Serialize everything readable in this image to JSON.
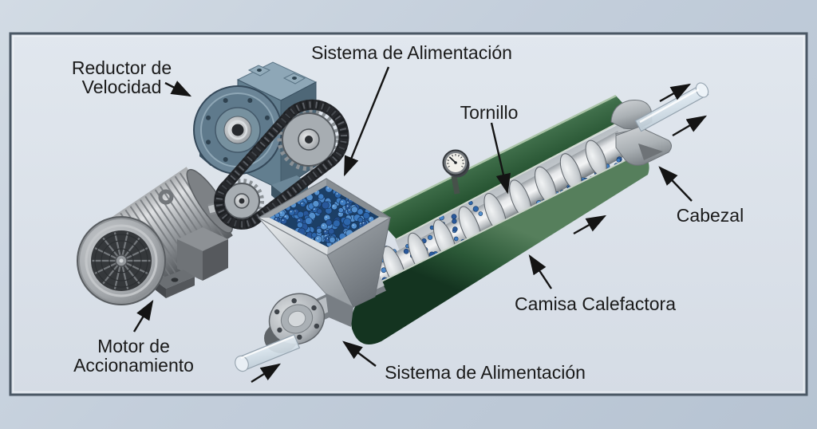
{
  "figure": {
    "type": "technical-diagram",
    "subject": "extrusora de tornillo (vista de componentes)"
  },
  "labels": {
    "reductor_line1": "Reductor de",
    "reductor_line2": "Velocidad",
    "sistema_top": "Sistema de Alimentación",
    "tornillo": "Tornillo",
    "cabezal": "Cabezal",
    "camisa": "Camisa Calefactora",
    "motor_line1": "Motor de",
    "motor_line2": "Accionamiento",
    "sistema_bottom": "Sistema de Alimentación"
  },
  "colors": {
    "background_outer": "#c1ccd9",
    "panel": "#dce3eb",
    "frame_border": "#4a5764",
    "label_text": "#1a1a1a",
    "arrow": "#141414",
    "barrel_green": "#35663f",
    "pellet_blue": "#3a76b5",
    "gearbox_blue": "#66808f",
    "metal_silver": "#b9bec3",
    "motor_gray": "#94989c"
  }
}
